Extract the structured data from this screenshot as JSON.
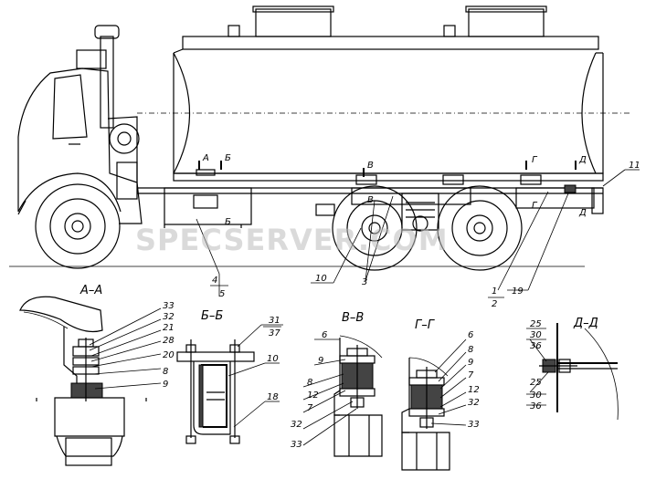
{
  "watermark": "SPECSERVER.COM",
  "sections": {
    "aa": "А–А",
    "bb": "Б–Б",
    "vv": "В–В",
    "gg": "Г–Г",
    "dd": "Д–Д"
  },
  "cut_marks": {
    "a": "А",
    "b": "Б",
    "v": "В",
    "g": "Г",
    "d": "Д"
  },
  "callouts_main": {
    "c11": "11",
    "c4": "4",
    "c5": "5",
    "c10": "10",
    "c3": "3",
    "c1": "1",
    "c2": "2",
    "c19": "19"
  },
  "callouts_aa": [
    "33",
    "32",
    "21",
    "28",
    "20",
    "8",
    "9"
  ],
  "callouts_bb": {
    "c31": "31",
    "c37": "37",
    "c10": "10",
    "c18": "18"
  },
  "callouts_vv": [
    "6",
    "9",
    "8",
    "12",
    "7",
    "32",
    "33"
  ],
  "callouts_gg": [
    "6",
    "8",
    "9",
    "7",
    "12",
    "32",
    "33"
  ],
  "callouts_dd": [
    "25",
    "30",
    "36",
    "25",
    "30",
    "36"
  ]
}
